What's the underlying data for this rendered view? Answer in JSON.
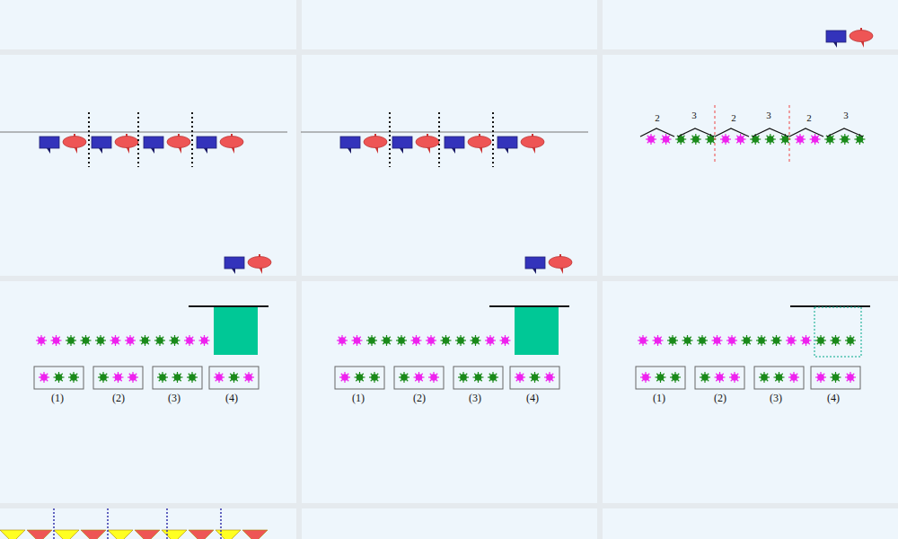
{
  "diagram": {
    "labels": [
      "2",
      "3",
      "2",
      "3",
      "2",
      "3",
      "(1)",
      "(2)",
      "(3)",
      "(4)",
      "(1)",
      "(2)",
      "(3)",
      "(4)",
      "(1)",
      "(2)",
      "(3)",
      "(4)"
    ]
  }
}
